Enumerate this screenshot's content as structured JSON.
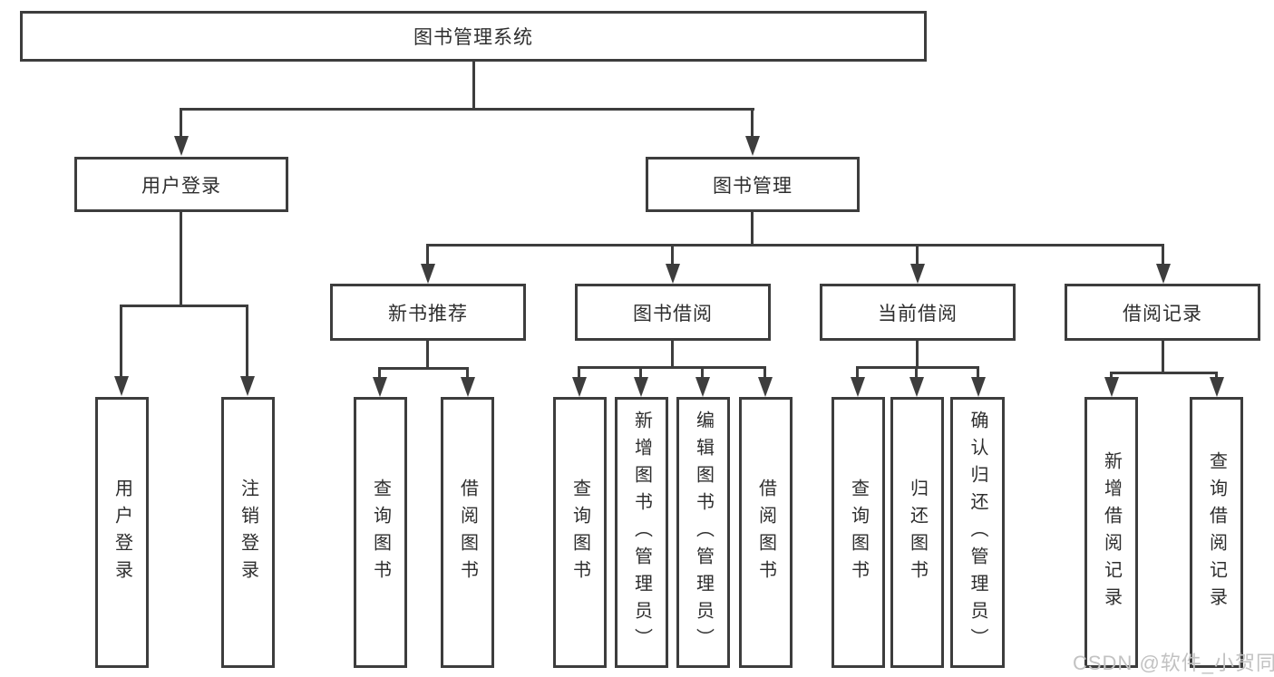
{
  "title": "图书管理系统",
  "tree": {
    "label": "图书管理系统",
    "children": [
      {
        "label": "用户登录",
        "children": [
          {
            "label": "用户登录"
          },
          {
            "label": "注销登录"
          }
        ]
      },
      {
        "label": "图书管理",
        "children": [
          {
            "label": "新书推荐",
            "children": [
              {
                "label": "查询图书"
              },
              {
                "label": "借阅图书"
              }
            ]
          },
          {
            "label": "图书借阅",
            "children": [
              {
                "label": "查询图书"
              },
              {
                "label": "新增图书（管理员）"
              },
              {
                "label": "编辑图书（管理员）"
              },
              {
                "label": "借阅图书"
              }
            ]
          },
          {
            "label": "当前借阅",
            "children": [
              {
                "label": "查询图书"
              },
              {
                "label": "归还图书"
              },
              {
                "label": "确认归还（管理员）"
              }
            ]
          },
          {
            "label": "借阅记录",
            "children": [
              {
                "label": "新增借阅记录"
              },
              {
                "label": "查询借阅记录"
              }
            ]
          }
        ]
      }
    ]
  },
  "watermark": {
    "text": "CSDN @软件_小贺同学"
  },
  "colors": {
    "line": "#3d3d3d",
    "text": "#2e2e2e",
    "background": "#ffffff",
    "watermark": "#c2c2c2"
  }
}
